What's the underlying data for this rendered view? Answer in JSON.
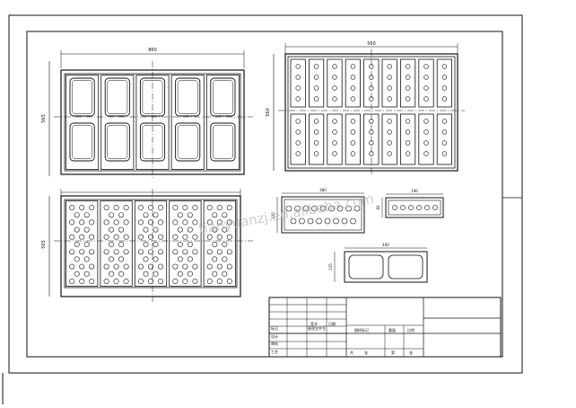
{
  "drawing": {
    "stroke_color": "#111111",
    "dims": {
      "top_left_width": "860",
      "top_left_height": "565",
      "top_right_width": "560",
      "top_right_height": "560",
      "bottom_left_height": "565",
      "small_tray_top": "380",
      "small_tray_side": "120",
      "tiny_tray_top": "190",
      "tiny_tray_side": "60",
      "split_tray_top": "400",
      "split_tray_side": "125"
    },
    "watermark": "tianyuanzj.en.alibaba.com"
  },
  "title_block": {
    "row_labels": [
      "标记",
      "设计",
      "审核",
      "工艺"
    ],
    "cells": [
      "更改文件号",
      "签字",
      "日期",
      "图样标记",
      "重量",
      "比例",
      "共",
      "张",
      "第",
      "张"
    ]
  }
}
